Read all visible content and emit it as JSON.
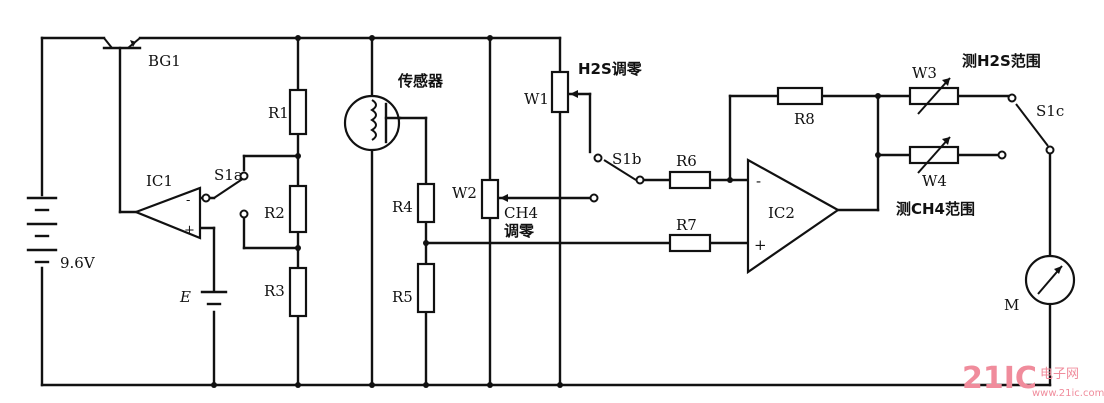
{
  "labels": {
    "bg1": "BG1",
    "ic1": "IC1",
    "ic2": "IC2",
    "r1": "R1",
    "r2": "R2",
    "r3": "R3",
    "r4": "R4",
    "r5": "R5",
    "r6": "R6",
    "r7": "R7",
    "r8": "R8",
    "w1": "W1",
    "w2": "W2",
    "w3": "W3",
    "w4": "W4",
    "s1a": "S1a",
    "s1b": "S1b",
    "s1c": "S1c",
    "battery": "9.6V",
    "e": "E",
    "meter": "M",
    "sensor": "传感器",
    "ch4": "CH4",
    "zero": "调零",
    "h2s_zero": "H2S调零",
    "meas_h2s": "测H2S范围",
    "meas_ch4": "测CH4范围",
    "minus": "-",
    "plus": "+"
  },
  "watermark": {
    "brand": "21IC",
    "cn": "电子网",
    "url": "www.21ic.com"
  }
}
